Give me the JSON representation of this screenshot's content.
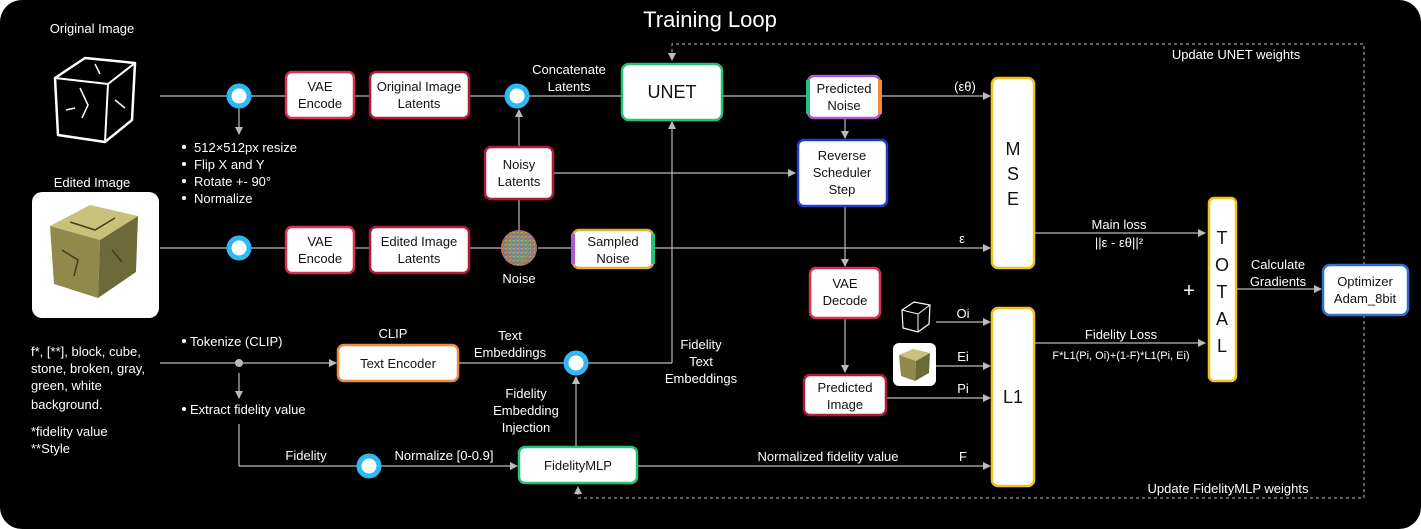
{
  "title": "Training Loop",
  "colors": {
    "background": "#000000",
    "red": "#d6334f",
    "green": "#22c27a",
    "blue": "#1f3fcf",
    "yellow": "#f4c21c",
    "orange": "#f28a3a",
    "dot": "#2fb8f2"
  },
  "labels": {
    "original_image": "Original Image",
    "edited_image": "Edited Image",
    "update_unet": "Update UNET weights",
    "update_mlp": "Update FidelityMLP weights",
    "concat_1": "Concatenate",
    "concat_2": "Latents",
    "noise": "Noise",
    "clip": "CLIP",
    "text_emb_1": "Text",
    "text_emb_2": "Embeddings",
    "fid_text_1": "Fidelity",
    "fid_text_2": "Text",
    "fid_text_3": "Embeddings",
    "fid_inj_1": "Fidelity",
    "fid_inj_2": "Embedding",
    "fid_inj_3": "Injection",
    "fidelity": "Fidelity",
    "normalize_range": "Normalize [0-0.9]",
    "normalized_fid": "Normalized fidelity value",
    "eps_theta": "(εθ)",
    "eps": "ε",
    "f_label": "F",
    "oi": "Oi",
    "ei": "Ei",
    "pi": "Pi",
    "main_loss": "Main loss",
    "main_loss_formula": "||ε - εθ||²",
    "fidelity_loss": "Fidelity Loss",
    "fidelity_formula": "F*L1(Pi, Oi)+(1-F)*L1(Pi, Ei)",
    "plus": "+",
    "calc_1": "Calculate",
    "calc_2": "Gradients",
    "tokenize": "Tokenize (CLIP)",
    "extract": "Extract fidelity value"
  },
  "bullets": [
    "512×512px resize",
    "Flip X and Y",
    "Rotate +- 90°",
    "Normalize"
  ],
  "prompt_lines": [
    "f*, [**], block, cube,",
    "stone, broken, gray,",
    "green, white",
    "background."
  ],
  "notes": [
    "*fidelity value",
    "**Style"
  ],
  "boxes": {
    "vae_encode_1": [
      "VAE",
      "Encode"
    ],
    "orig_latents": [
      "Original Image",
      "Latents"
    ],
    "unet": [
      "UNET"
    ],
    "pred_noise": [
      "Predicted",
      "Noise"
    ],
    "noisy_latents": [
      "Noisy",
      "Latents"
    ],
    "reverse": [
      "Reverse",
      "Scheduler",
      "Step"
    ],
    "vae_encode_2": [
      "VAE",
      "Encode"
    ],
    "edited_latents": [
      "Edited Image",
      "Latents"
    ],
    "sampled_noise": [
      "Sampled",
      "Noise"
    ],
    "vae_decode": [
      "VAE",
      "Decode"
    ],
    "text_encoder": [
      "Text Encoder"
    ],
    "pred_image": [
      "Predicted",
      "Image"
    ],
    "fidelity_mlp": [
      "FidelityMLP"
    ],
    "optimizer": [
      "Optimizer",
      "Adam_8bit"
    ]
  },
  "mse_letters": [
    "M",
    "S",
    "E"
  ],
  "total_letters": [
    "T",
    "O",
    "T",
    "A",
    "L"
  ],
  "l1": "L1"
}
